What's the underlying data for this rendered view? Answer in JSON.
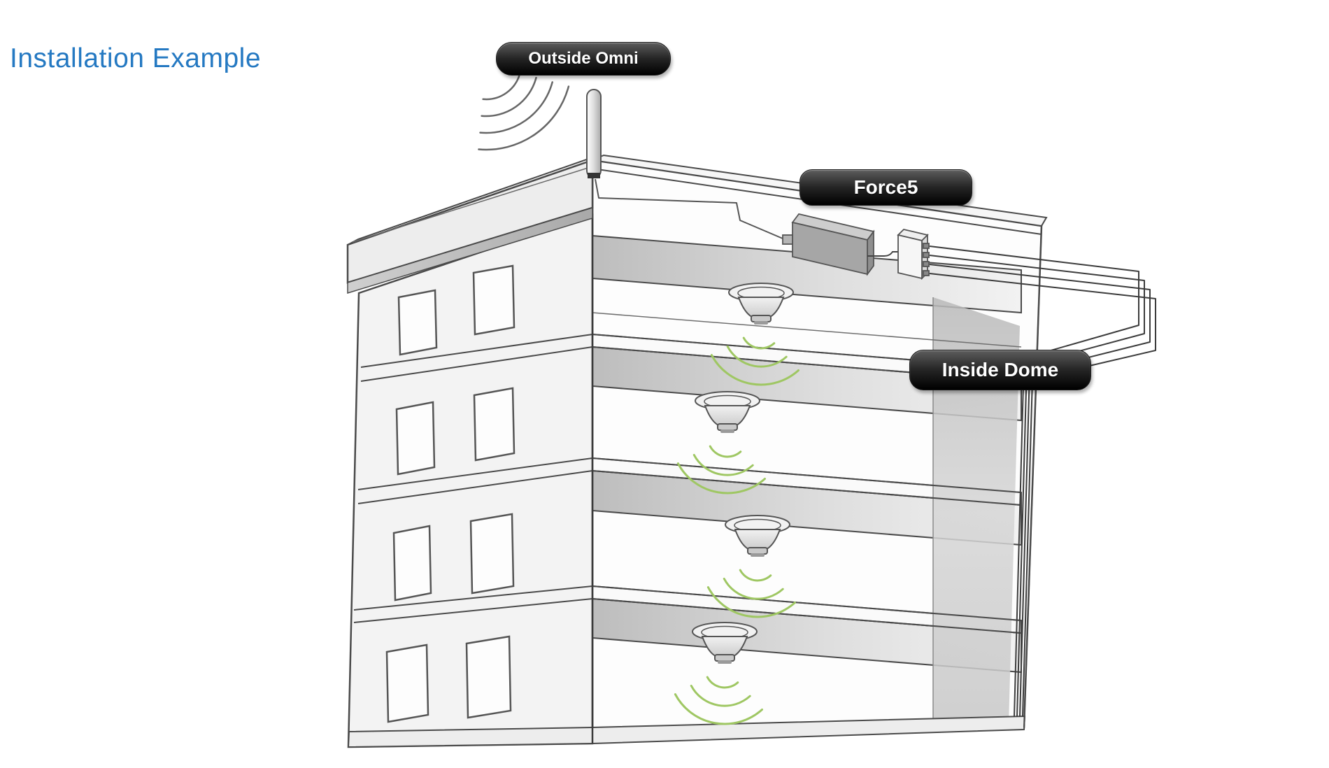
{
  "title": {
    "text": "Installation Example",
    "color": "#2579c2"
  },
  "labels": {
    "outside_omni": "Outside Omni",
    "force5": "Force5",
    "inside_dome": "Inside Dome"
  },
  "colors": {
    "accent_blue": "#2579c2",
    "label_background": "#000000",
    "label_text": "#ffffff",
    "indoor_signal_green": "#9fc763",
    "outdoor_signal_gray": "#666666",
    "building_line": "#4a4a4a"
  },
  "diagram": {
    "type": "signal-booster-installation-cutaway",
    "building_floors": 4,
    "windows_per_floor": 2,
    "inside_dome_count": 4,
    "outdoor_wave_arcs": 4,
    "indoor_wave_arcs_per_dome": 3,
    "components": [
      {
        "name": "outside-omni-antenna",
        "label": "Outside Omni",
        "location": "rooftop corner"
      },
      {
        "name": "force5-amplifier",
        "label": "Force5",
        "location": "rooftop"
      },
      {
        "name": "cable-splitter",
        "label": "",
        "location": "rooftop, right of amplifier"
      },
      {
        "name": "inside-dome-antennas",
        "label": "Inside Dome",
        "location": "ceiling of each floor"
      }
    ]
  }
}
